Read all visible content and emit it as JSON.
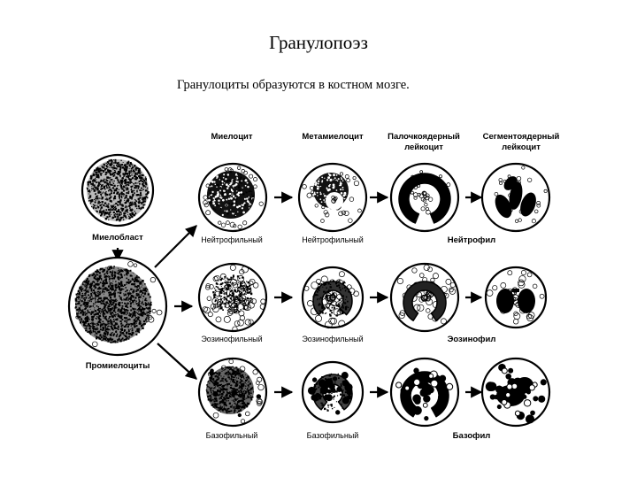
{
  "title": "Гранулопоэз",
  "subtitle": "Гранулоциты образуются в костном мозге.",
  "column_headers": [
    {
      "line1": "Миелоцит",
      "line2": ""
    },
    {
      "line1": "Метамиелоцит",
      "line2": ""
    },
    {
      "line1": "Палочкоядерный",
      "line2": "лейкоцит"
    },
    {
      "line1": "Сегментоядерный",
      "line2": "лейкоцит"
    }
  ],
  "myeloblast_label": "Миелобласт",
  "promyelocyte_label": "Промиелоциты",
  "rows": [
    {
      "myelocyte": "Нейтрофильный",
      "metamyelocyte": "Нейтрофильный",
      "mature": "Нейтрофил"
    },
    {
      "myelocyte": "Эозинофильный",
      "metamyelocyte": "Эозинофильный",
      "mature": "Эозинофил"
    },
    {
      "myelocyte": "Базофильный",
      "metamyelocyte": "Базофильный",
      "mature": "Базофил"
    }
  ]
}
